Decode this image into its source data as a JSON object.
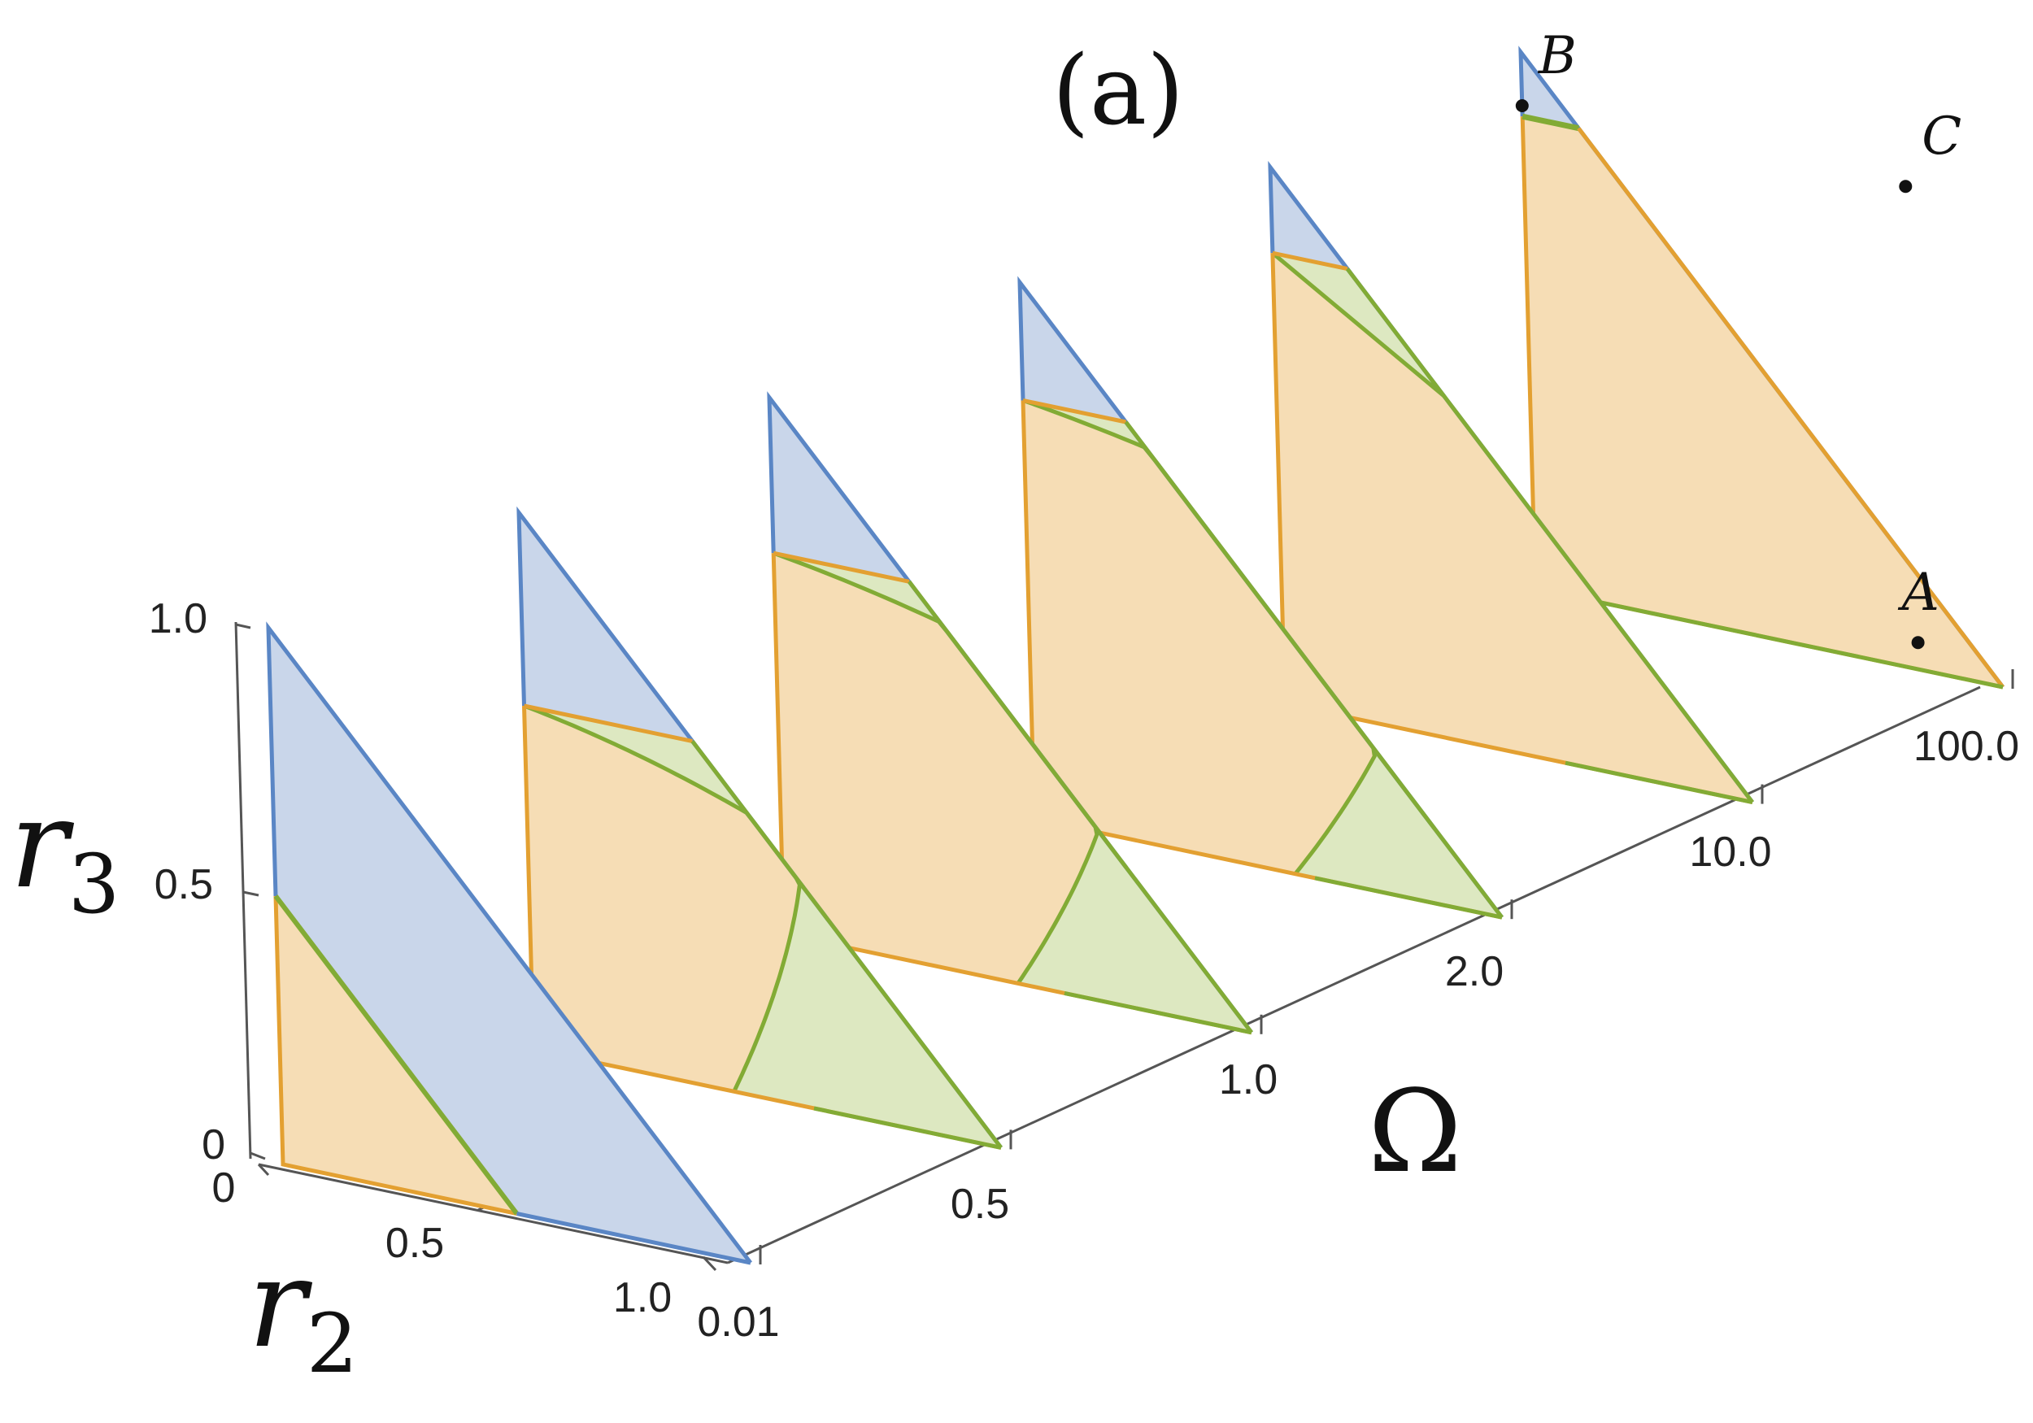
{
  "chart_data": {
    "type": "3d-region-slices",
    "panel_label": "(a)",
    "axes": {
      "x": {
        "label": "r",
        "label_sub": "2",
        "ticks": [
          "0",
          "0.5",
          "1.0"
        ]
      },
      "y": {
        "label": "r",
        "label_sub": "3",
        "ticks": [
          "0",
          "0.5",
          "1.0"
        ]
      },
      "z": {
        "label": "Ω",
        "ticks": [
          "0.01",
          "0.5",
          "1.0",
          "2.0",
          "10.0",
          "100.0"
        ]
      }
    },
    "colors": {
      "region_blue": "#c9d6ea",
      "edge_blue": "#5a86c5",
      "region_orange": "#f6ddb5",
      "edge_orange": "#e3a031",
      "region_green": "#dde8c1",
      "edge_green": "#82ab35",
      "axis": "#555555",
      "point": "#111111"
    },
    "slices": [
      {
        "omega": "0.01",
        "green_type": "none",
        "r3_orange": 0.5
      },
      {
        "omega": "0.5",
        "green_type": "bubble",
        "r3_orange": 0.64,
        "r2_tip": 0.59
      },
      {
        "omega": "1.0",
        "green_type": "bubble",
        "r3_orange": 0.71,
        "r2_tip": 0.74
      },
      {
        "omega": "2.0",
        "green_type": "bubble",
        "r3_orange": 0.78,
        "r2_tip": 0.86
      },
      {
        "omega": "10.0",
        "green_type": "band",
        "r3_orange": 0.84,
        "green_r3": 0.64
      },
      {
        "omega": "100.0",
        "green_type": "edge",
        "r3_orange": 0.88
      }
    ],
    "points": [
      {
        "label": "A",
        "r2": 0.82,
        "r3": 0.05
      },
      {
        "label": "B",
        "r2": 0.0,
        "r3": 0.9
      },
      {
        "label": "C",
        "r2": 0.82,
        "r3": 0.9
      }
    ]
  }
}
